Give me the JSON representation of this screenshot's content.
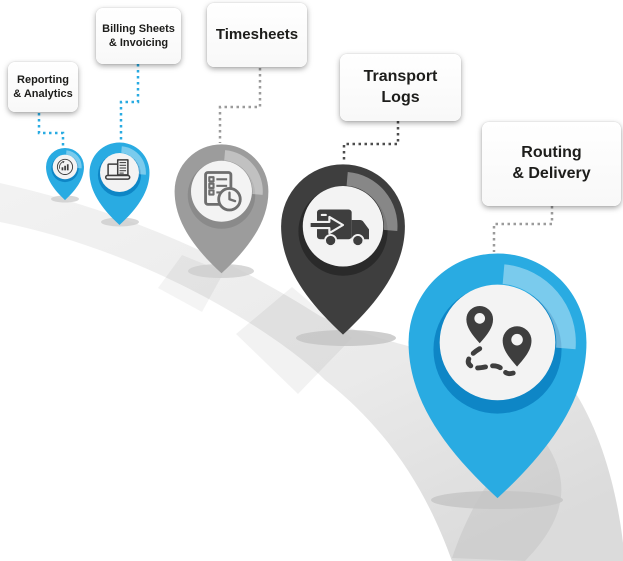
{
  "figure": {
    "type": "roadmap-infographic",
    "description": "Curved road with five map pins of increasing size, each linked by a dotted connector to a white label card",
    "steps": [
      {
        "label_line1": "Reporting",
        "label_line2": "& Analytics",
        "icon": "analytics-chart-icon",
        "pin_color": "#29ABE2",
        "connector_color": "#29ABE2"
      },
      {
        "label_line1": "Billing Sheets",
        "label_line2": "& Invoicing",
        "icon": "billing-laptop-icon",
        "pin_color": "#29ABE2",
        "connector_color": "#29ABE2"
      },
      {
        "label_line1": "Timesheets",
        "label_line2": "",
        "icon": "timesheet-clock-icon",
        "pin_color": "#9C9C9C",
        "connector_color": "#9B9B9B"
      },
      {
        "label_line1": "Transport",
        "label_line2": "Logs",
        "icon": "transport-truck-icon",
        "pin_color": "#3E3E3E",
        "connector_color": "#4D4D4D"
      },
      {
        "label_line1": "Routing",
        "label_line2": "& Delivery",
        "icon": "routing-pins-icon",
        "pin_color": "#29ABE2",
        "connector_color": "#9B9B9B"
      }
    ],
    "colors": {
      "accent_blue": "#29ABE2",
      "blue_shade": "#0E86C6",
      "mid_gray_pin": "#9C9C9C",
      "dark_pin": "#3E3E3E",
      "icon_dark": "#3E3E3E",
      "icon_gray": "#6E6E6E",
      "road_light": "#F2F2F2",
      "road_dark": "#DBDBDB",
      "ground_shadow": "#CDCDCD",
      "card_background": "#FFFFFF",
      "label_text": "#1D1D1B"
    }
  }
}
